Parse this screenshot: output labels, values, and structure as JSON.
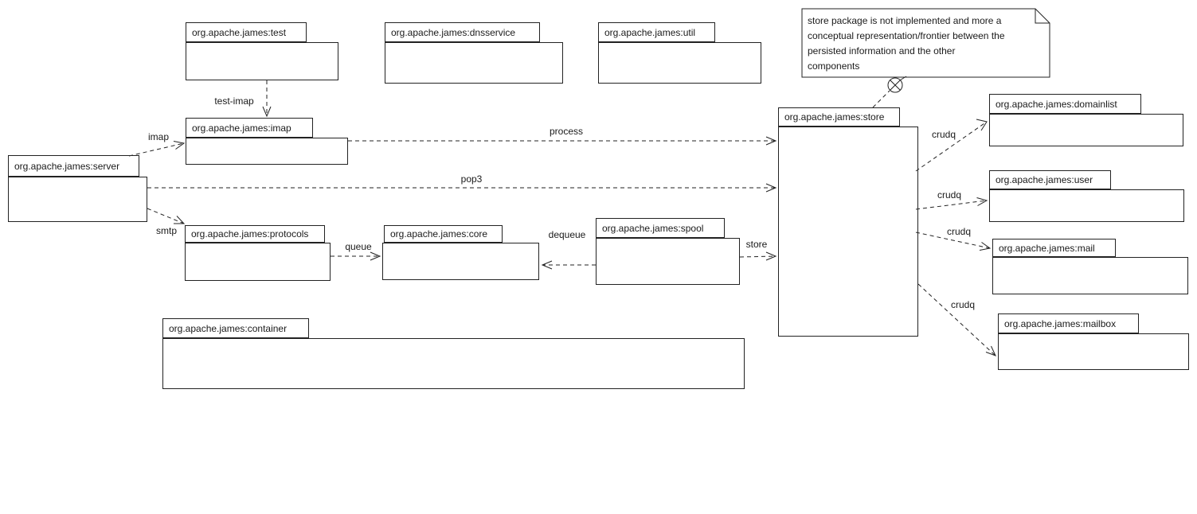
{
  "diagram": {
    "type": "uml-package-diagram",
    "colors": {
      "stroke": "#222222",
      "background": "#ffffff",
      "text": "#1a1a1a"
    },
    "packages": [
      {
        "id": "test",
        "name": "org.apache.james:test"
      },
      {
        "id": "dnsservice",
        "name": "org.apache.james:dnsservice"
      },
      {
        "id": "util",
        "name": "org.apache.james:util"
      },
      {
        "id": "imap",
        "name": "org.apache.james:imap"
      },
      {
        "id": "server",
        "name": "org.apache.james:server"
      },
      {
        "id": "protocols",
        "name": "org.apache.james:protocols"
      },
      {
        "id": "core",
        "name": "org.apache.james:core"
      },
      {
        "id": "spool",
        "name": "org.apache.james:spool"
      },
      {
        "id": "store",
        "name": "org.apache.james:store"
      },
      {
        "id": "container",
        "name": "org.apache.james:container"
      },
      {
        "id": "domainlist",
        "name": "org.apache.james:domainlist"
      },
      {
        "id": "user",
        "name": "org.apache.james:user"
      },
      {
        "id": "mail",
        "name": "org.apache.james:mail"
      },
      {
        "id": "mailbox",
        "name": "org.apache.james:mailbox"
      }
    ],
    "edges": [
      {
        "label": "test-imap",
        "from": "test",
        "to": "imap"
      },
      {
        "label": "imap",
        "from": "server",
        "to": "imap"
      },
      {
        "label": "process",
        "from": "imap",
        "to": "store"
      },
      {
        "label": "pop3",
        "from": "server",
        "to": "store"
      },
      {
        "label": "smtp",
        "from": "server",
        "to": "protocols"
      },
      {
        "label": "queue",
        "from": "protocols",
        "to": "core"
      },
      {
        "label": "dequeue",
        "from": "spool",
        "to": "core"
      },
      {
        "label": "store",
        "from": "spool",
        "to": "store"
      },
      {
        "label": "crudq",
        "from": "store",
        "to": "domainlist"
      },
      {
        "label": "crudq",
        "from": "store",
        "to": "user"
      },
      {
        "label": "crudq",
        "from": "store",
        "to": "mail"
      },
      {
        "label": "crudq",
        "from": "store",
        "to": "mailbox"
      }
    ],
    "note": {
      "lines": [
        "store package is not implemented and more a",
        "conceptual representation/frontier between the",
        "persisted information and the other",
        "components"
      ],
      "attached_to": "store"
    }
  }
}
